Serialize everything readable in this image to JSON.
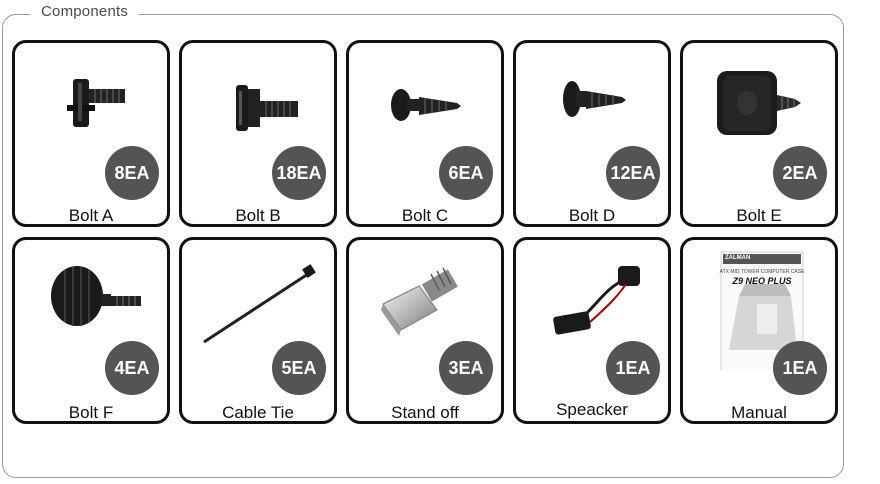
{
  "section_title": "Components",
  "items": [
    {
      "name": "Bolt A",
      "qty": "8EA",
      "icon": "flanged-hex-bolt-icon"
    },
    {
      "name": "Bolt B",
      "qty": "18EA",
      "icon": "hex-washer-bolt-icon"
    },
    {
      "name": "Bolt C",
      "qty": "6EA",
      "icon": "pan-head-screw-icon"
    },
    {
      "name": "Bolt D",
      "qty": "12EA",
      "icon": "round-head-screw-icon"
    },
    {
      "name": "Bolt E",
      "qty": "2EA",
      "icon": "rubber-grommet-screw-icon"
    },
    {
      "name": "Bolt F",
      "qty": "4EA",
      "icon": "thumb-screw-icon"
    },
    {
      "name": "Cable Tie",
      "qty": "5EA",
      "icon": "cable-tie-icon"
    },
    {
      "name": "Stand off",
      "qty": "3EA",
      "icon": "standoff-icon"
    },
    {
      "name": "Speacker",
      "qty": "1EA",
      "icon": "speaker-cable-icon"
    },
    {
      "name": "Manual",
      "qty": "1EA",
      "icon": "manual-booklet-icon"
    }
  ],
  "manual_cover": {
    "brand": "ZALMAN",
    "subtitle": "ATX MID TOWER COMPUTER CASE",
    "model": "Z9 NEO PLUS"
  },
  "colors": {
    "badge": "#545454",
    "border": "#111111",
    "frame": "#9a9a9a"
  }
}
